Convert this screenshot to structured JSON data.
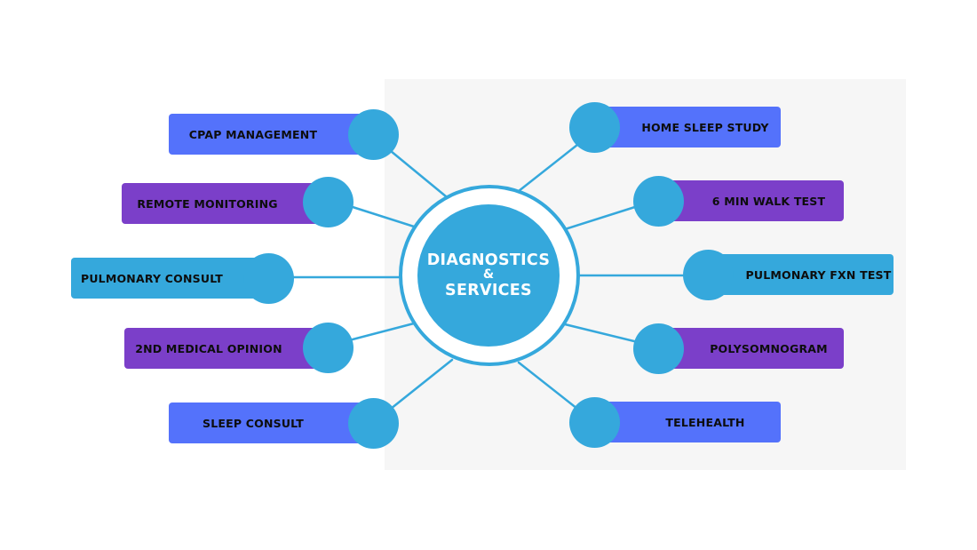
{
  "colors": {
    "blue": "#5472fb",
    "purple": "#7b3fc9",
    "cyan": "#35a8dc",
    "panel": "#f6f6f6"
  },
  "center": {
    "line1": "DIAGNOSTICS",
    "line2": "&",
    "line3": "SERVICES"
  },
  "services": [
    {
      "label": "CPAP MANAGEMENT",
      "color": "blue"
    },
    {
      "label": "REMOTE MONITORING",
      "color": "purple"
    },
    {
      "label": "PULMONARY CONSULT",
      "color": "cyan"
    },
    {
      "label": "2ND MEDICAL OPINION",
      "color": "purple"
    },
    {
      "label": "SLEEP CONSULT",
      "color": "blue"
    },
    {
      "label": "HOME SLEEP STUDY",
      "color": "blue"
    },
    {
      "label": "6 MIN WALK TEST",
      "color": "purple"
    },
    {
      "label": "PULMONARY FXN TEST",
      "color": "cyan"
    },
    {
      "label": "POLYSOMNOGRAM",
      "color": "purple"
    },
    {
      "label": "TELEHEALTH",
      "color": "blue"
    }
  ]
}
